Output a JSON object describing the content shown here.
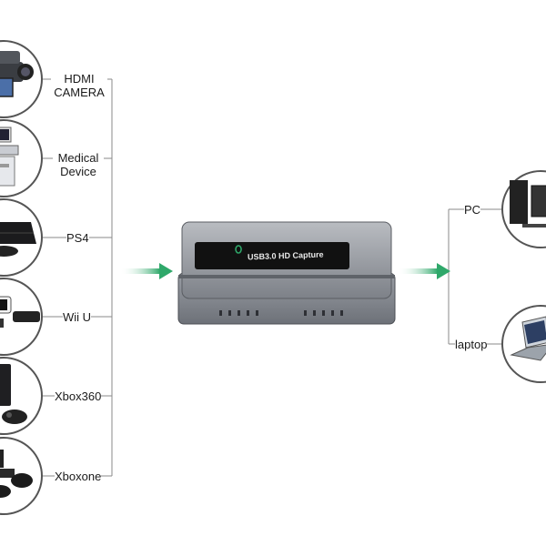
{
  "inputs": [
    {
      "label": "HDMI\nCAMERA",
      "icon": "camcorder-icon"
    },
    {
      "label": "Medical\nDevice",
      "icon": "ultrasound-machine-icon"
    },
    {
      "label": "PS4",
      "icon": "ps4-console-icon"
    },
    {
      "label": "Wii U",
      "icon": "wii-u-console-icon"
    },
    {
      "label": "Xbox360",
      "icon": "xbox360-console-icon"
    },
    {
      "label": "Xboxone",
      "icon": "xbox-one-console-icon"
    }
  ],
  "device": {
    "label": "USB3.0 HD Capture",
    "icon": "capture-device-icon"
  },
  "outputs": [
    {
      "label": "PC",
      "icon": "desktop-pc-icon"
    },
    {
      "label": "laptop",
      "icon": "laptop-icon"
    }
  ],
  "colors": {
    "arrow": "#2fa86a",
    "connector": "#8a8a8a",
    "circle_stroke": "#555555",
    "device_body": "#8b8f96",
    "device_panel": "#111111"
  }
}
